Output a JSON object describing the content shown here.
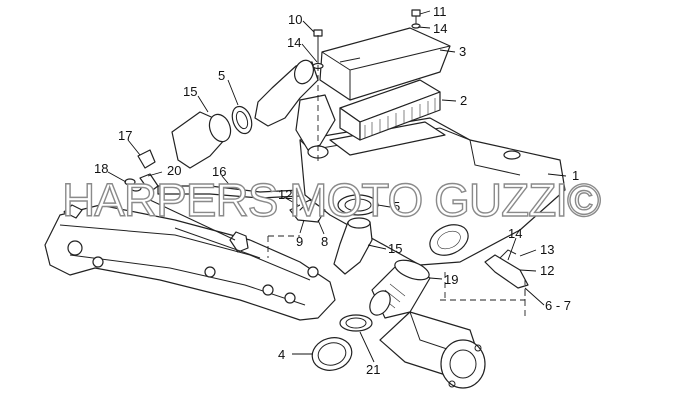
{
  "watermark": "HARPERS MOTO GUZZI©",
  "callouts": [
    {
      "id": "c10",
      "label": "10"
    },
    {
      "id": "c11",
      "label": "11"
    },
    {
      "id": "c14a",
      "label": "14"
    },
    {
      "id": "c14b",
      "label": "14"
    },
    {
      "id": "c3",
      "label": "3"
    },
    {
      "id": "c5a",
      "label": "5"
    },
    {
      "id": "c15a",
      "label": "15"
    },
    {
      "id": "c2",
      "label": "2"
    },
    {
      "id": "c17",
      "label": "17"
    },
    {
      "id": "c18",
      "label": "18"
    },
    {
      "id": "c20",
      "label": "20"
    },
    {
      "id": "c16",
      "label": "16"
    },
    {
      "id": "c12a",
      "label": "12"
    },
    {
      "id": "c9",
      "label": "9"
    },
    {
      "id": "c8",
      "label": "8"
    },
    {
      "id": "c5b",
      "label": "5"
    },
    {
      "id": "c1",
      "label": "1"
    },
    {
      "id": "c15b",
      "label": "15"
    },
    {
      "id": "c19",
      "label": "19"
    },
    {
      "id": "c14c",
      "label": "14"
    },
    {
      "id": "c13",
      "label": "13"
    },
    {
      "id": "c12b",
      "label": "12"
    },
    {
      "id": "c67",
      "label": "6 - 7"
    },
    {
      "id": "c4",
      "label": "4"
    },
    {
      "id": "c21",
      "label": "21"
    }
  ]
}
